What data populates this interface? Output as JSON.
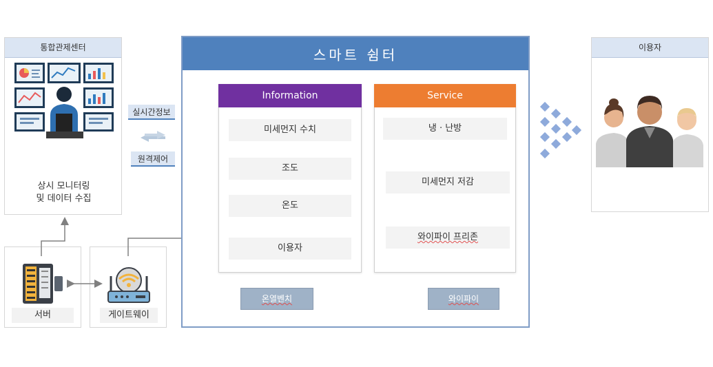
{
  "control_center": {
    "title": "통합관제센터",
    "caption_line1": "상시 모니터링",
    "caption_line2": "및 데이터 수집"
  },
  "link": {
    "top_label": "실시간정보",
    "bottom_label": "원격제어"
  },
  "server": {
    "label": "서버"
  },
  "gateway": {
    "label": "게이트웨이"
  },
  "shelter": {
    "title": "스마트 쉼터",
    "information": {
      "header": "Information",
      "items": [
        "미세먼지 수치",
        "조도",
        "온도",
        "이용자"
      ]
    },
    "service": {
      "header": "Service",
      "items": [
        "냉 · 난방",
        "미세먼지 저감",
        "와이파이 프리존"
      ]
    },
    "buttons": [
      "온열벤치",
      "와이파이"
    ]
  },
  "user_panel": {
    "title": "이용자"
  },
  "colors": {
    "shelter_header": "#4f81bd",
    "information_header": "#7030a0",
    "service_header": "#ed7d31",
    "arrow_diamond": "#8eaadb",
    "button": "#9fb2c7"
  }
}
